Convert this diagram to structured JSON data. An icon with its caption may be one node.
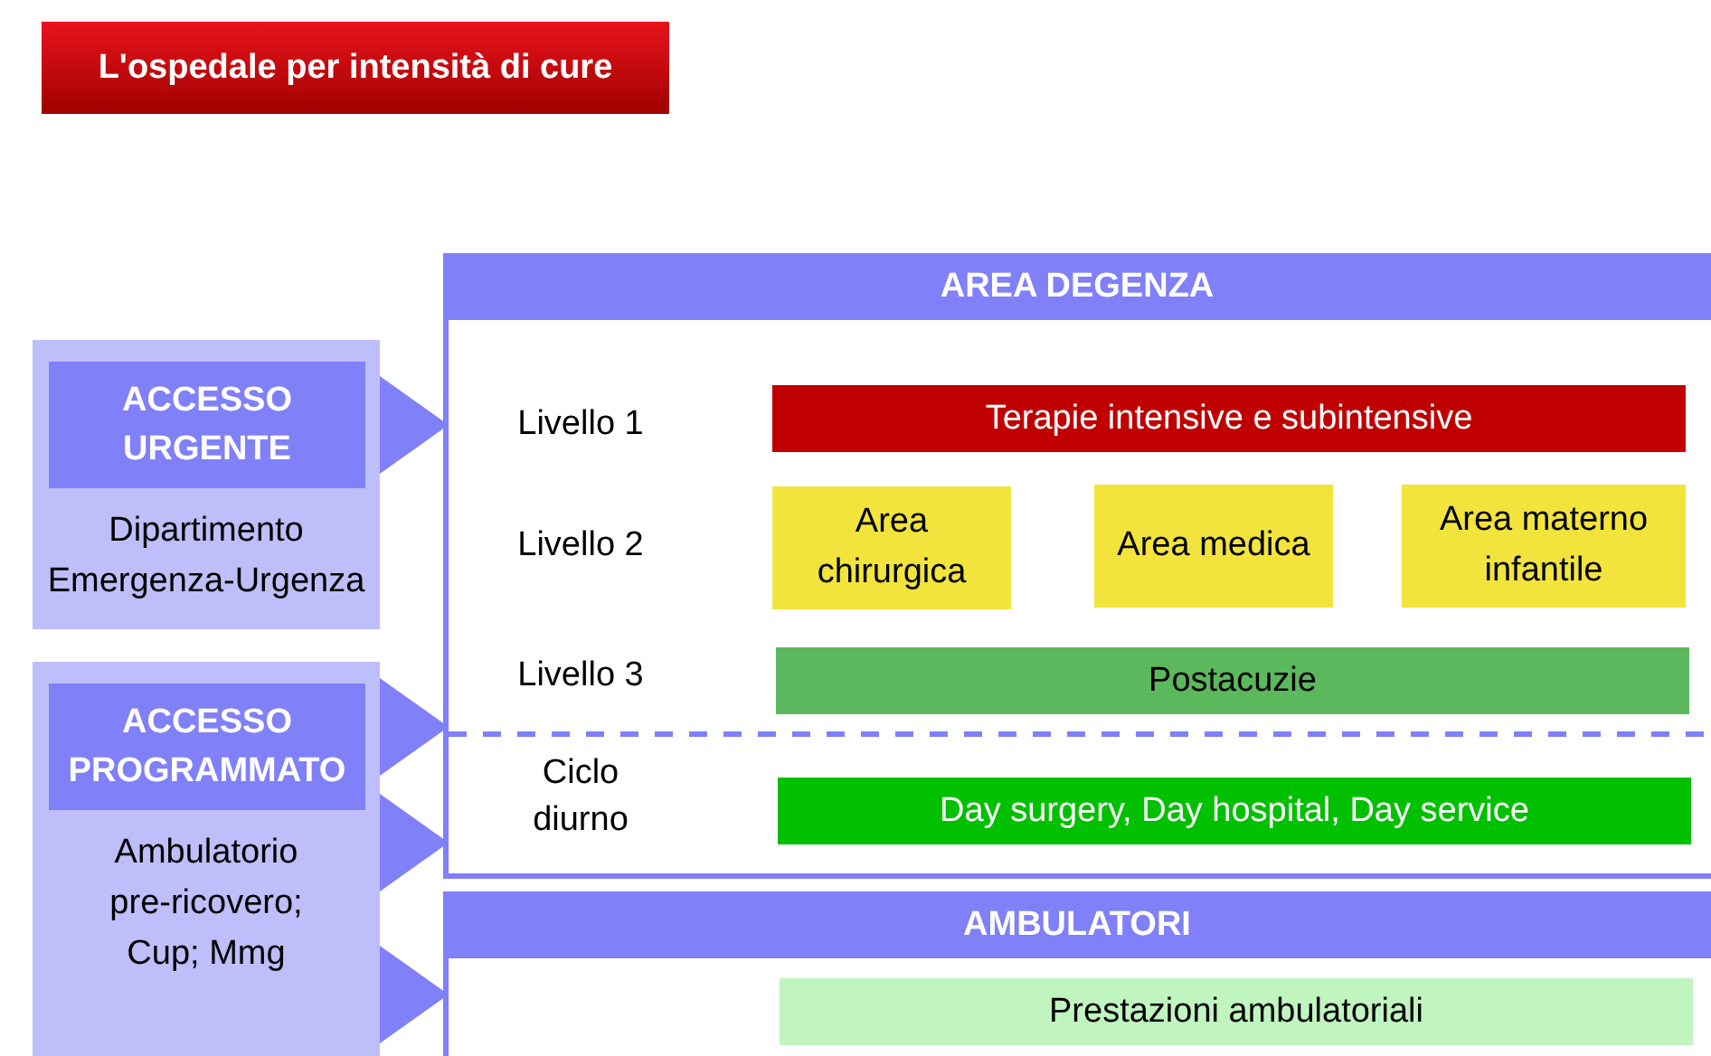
{
  "diagram": {
    "title": "L'ospedale per intensità di cure",
    "nodes": [
      {
        "text": [
          "ACCESSO URGENTE",
          "Dipartimento Emergenza-Urgenza"
        ]
      },
      {
        "text": [
          "ACCESSO PROGRAMMATO",
          "Ambulatorio pre-ricovero; Cup; Mmg"
        ]
      },
      {
        "text": [
          "AREA DEGENZA"
        ]
      },
      {
        "text": [
          "Terapie intensive e subintensive"
        ],
        "in": 2
      },
      {
        "text": [
          "Area chirurgica"
        ],
        "in": 2
      },
      {
        "text": [
          "Area medica"
        ],
        "in": 2
      },
      {
        "text": [
          "Area materno infantile"
        ],
        "in": 2
      },
      {
        "text": [
          "Postacuzie"
        ],
        "in": 2
      },
      {
        "text": [
          "Day surgery, Day hospital, Day service"
        ],
        "in": 2
      },
      {
        "text": [
          "AMBULATORI"
        ]
      },
      {
        "text": [
          "Prestazioni ambulatoriali"
        ],
        "in": 9
      }
    ],
    "edges": [
      {
        "from": 0,
        "to": 2,
        "arrow": "to"
      },
      {
        "from": 1,
        "to": 2,
        "arrow": "to"
      },
      {
        "from": 1,
        "to": 2,
        "arrow": "to"
      },
      {
        "from": 1,
        "to": 9,
        "arrow": "to"
      }
    ],
    "labels": [
      "Livello 1",
      "Livello 2",
      "Livello 3",
      "Ciclo diurno"
    ]
  }
}
